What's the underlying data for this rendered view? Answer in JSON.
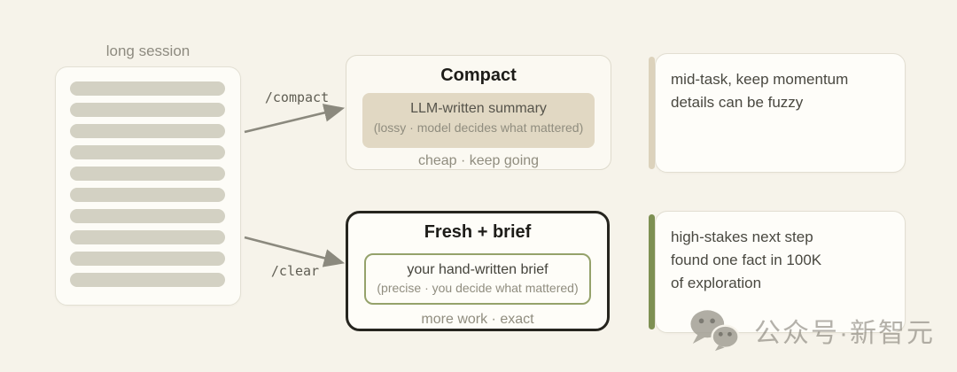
{
  "source": {
    "label": "long session",
    "bar_count": 10
  },
  "arrows": {
    "compact": {
      "label": "/compact"
    },
    "clear": {
      "label": "/clear"
    }
  },
  "options": {
    "compact": {
      "title": "Compact",
      "box_line1": "LLM-written summary",
      "box_line2": "(lossy · model decides what mattered)",
      "footer": "cheap · keep going"
    },
    "fresh": {
      "title": "Fresh + brief",
      "box_line1": "your hand-written brief",
      "box_line2": "(precise · you decide what mattered)",
      "footer": "more work · exact"
    }
  },
  "notes": {
    "compact": {
      "lines": [
        "mid-task, keep momentum",
        "details can be fuzzy"
      ]
    },
    "fresh": {
      "lines": [
        "high-stakes next step",
        "found one fact in 100K",
        "of exploration"
      ]
    }
  },
  "watermark": {
    "icon": "wechat-icon",
    "text": "公众号·新智元"
  },
  "colors": {
    "page_bg": "#f6f3ea",
    "card_bg": "#fdfcf7",
    "card_border": "#e2ded2",
    "doc_bar": "#d3d1c3",
    "compact_box_bg": "#e1d8c3",
    "fresh_card_border": "#26251f",
    "fresh_box_border": "#95a26b",
    "green_accent": "#7e9053",
    "tan_accent": "#dcd2bc",
    "arrow": "#8b897e",
    "muted_text": "#908d7f",
    "dark_text": "#1d1c18",
    "body_text": "#494840"
  }
}
